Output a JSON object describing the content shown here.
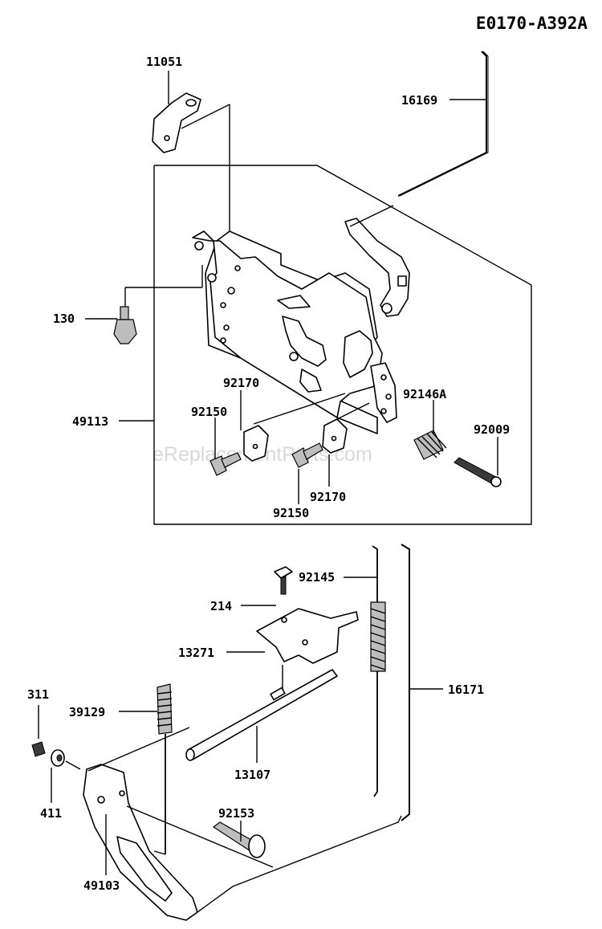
{
  "diagram": {
    "code": "E0170-A392A",
    "watermark": "eReplacementParts.com",
    "parts": [
      {
        "id": "11051"
      },
      {
        "id": "16169"
      },
      {
        "id": "130"
      },
      {
        "id": "92170"
      },
      {
        "id": "92146A"
      },
      {
        "id": "49113"
      },
      {
        "id": "92150"
      },
      {
        "id": "92009"
      },
      {
        "id": "92170"
      },
      {
        "id": "92150"
      },
      {
        "id": "92145"
      },
      {
        "id": "214"
      },
      {
        "id": "13271"
      },
      {
        "id": "311"
      },
      {
        "id": "39129"
      },
      {
        "id": "16171"
      },
      {
        "id": "13107"
      },
      {
        "id": "411"
      },
      {
        "id": "92153"
      },
      {
        "id": "49103"
      }
    ]
  }
}
